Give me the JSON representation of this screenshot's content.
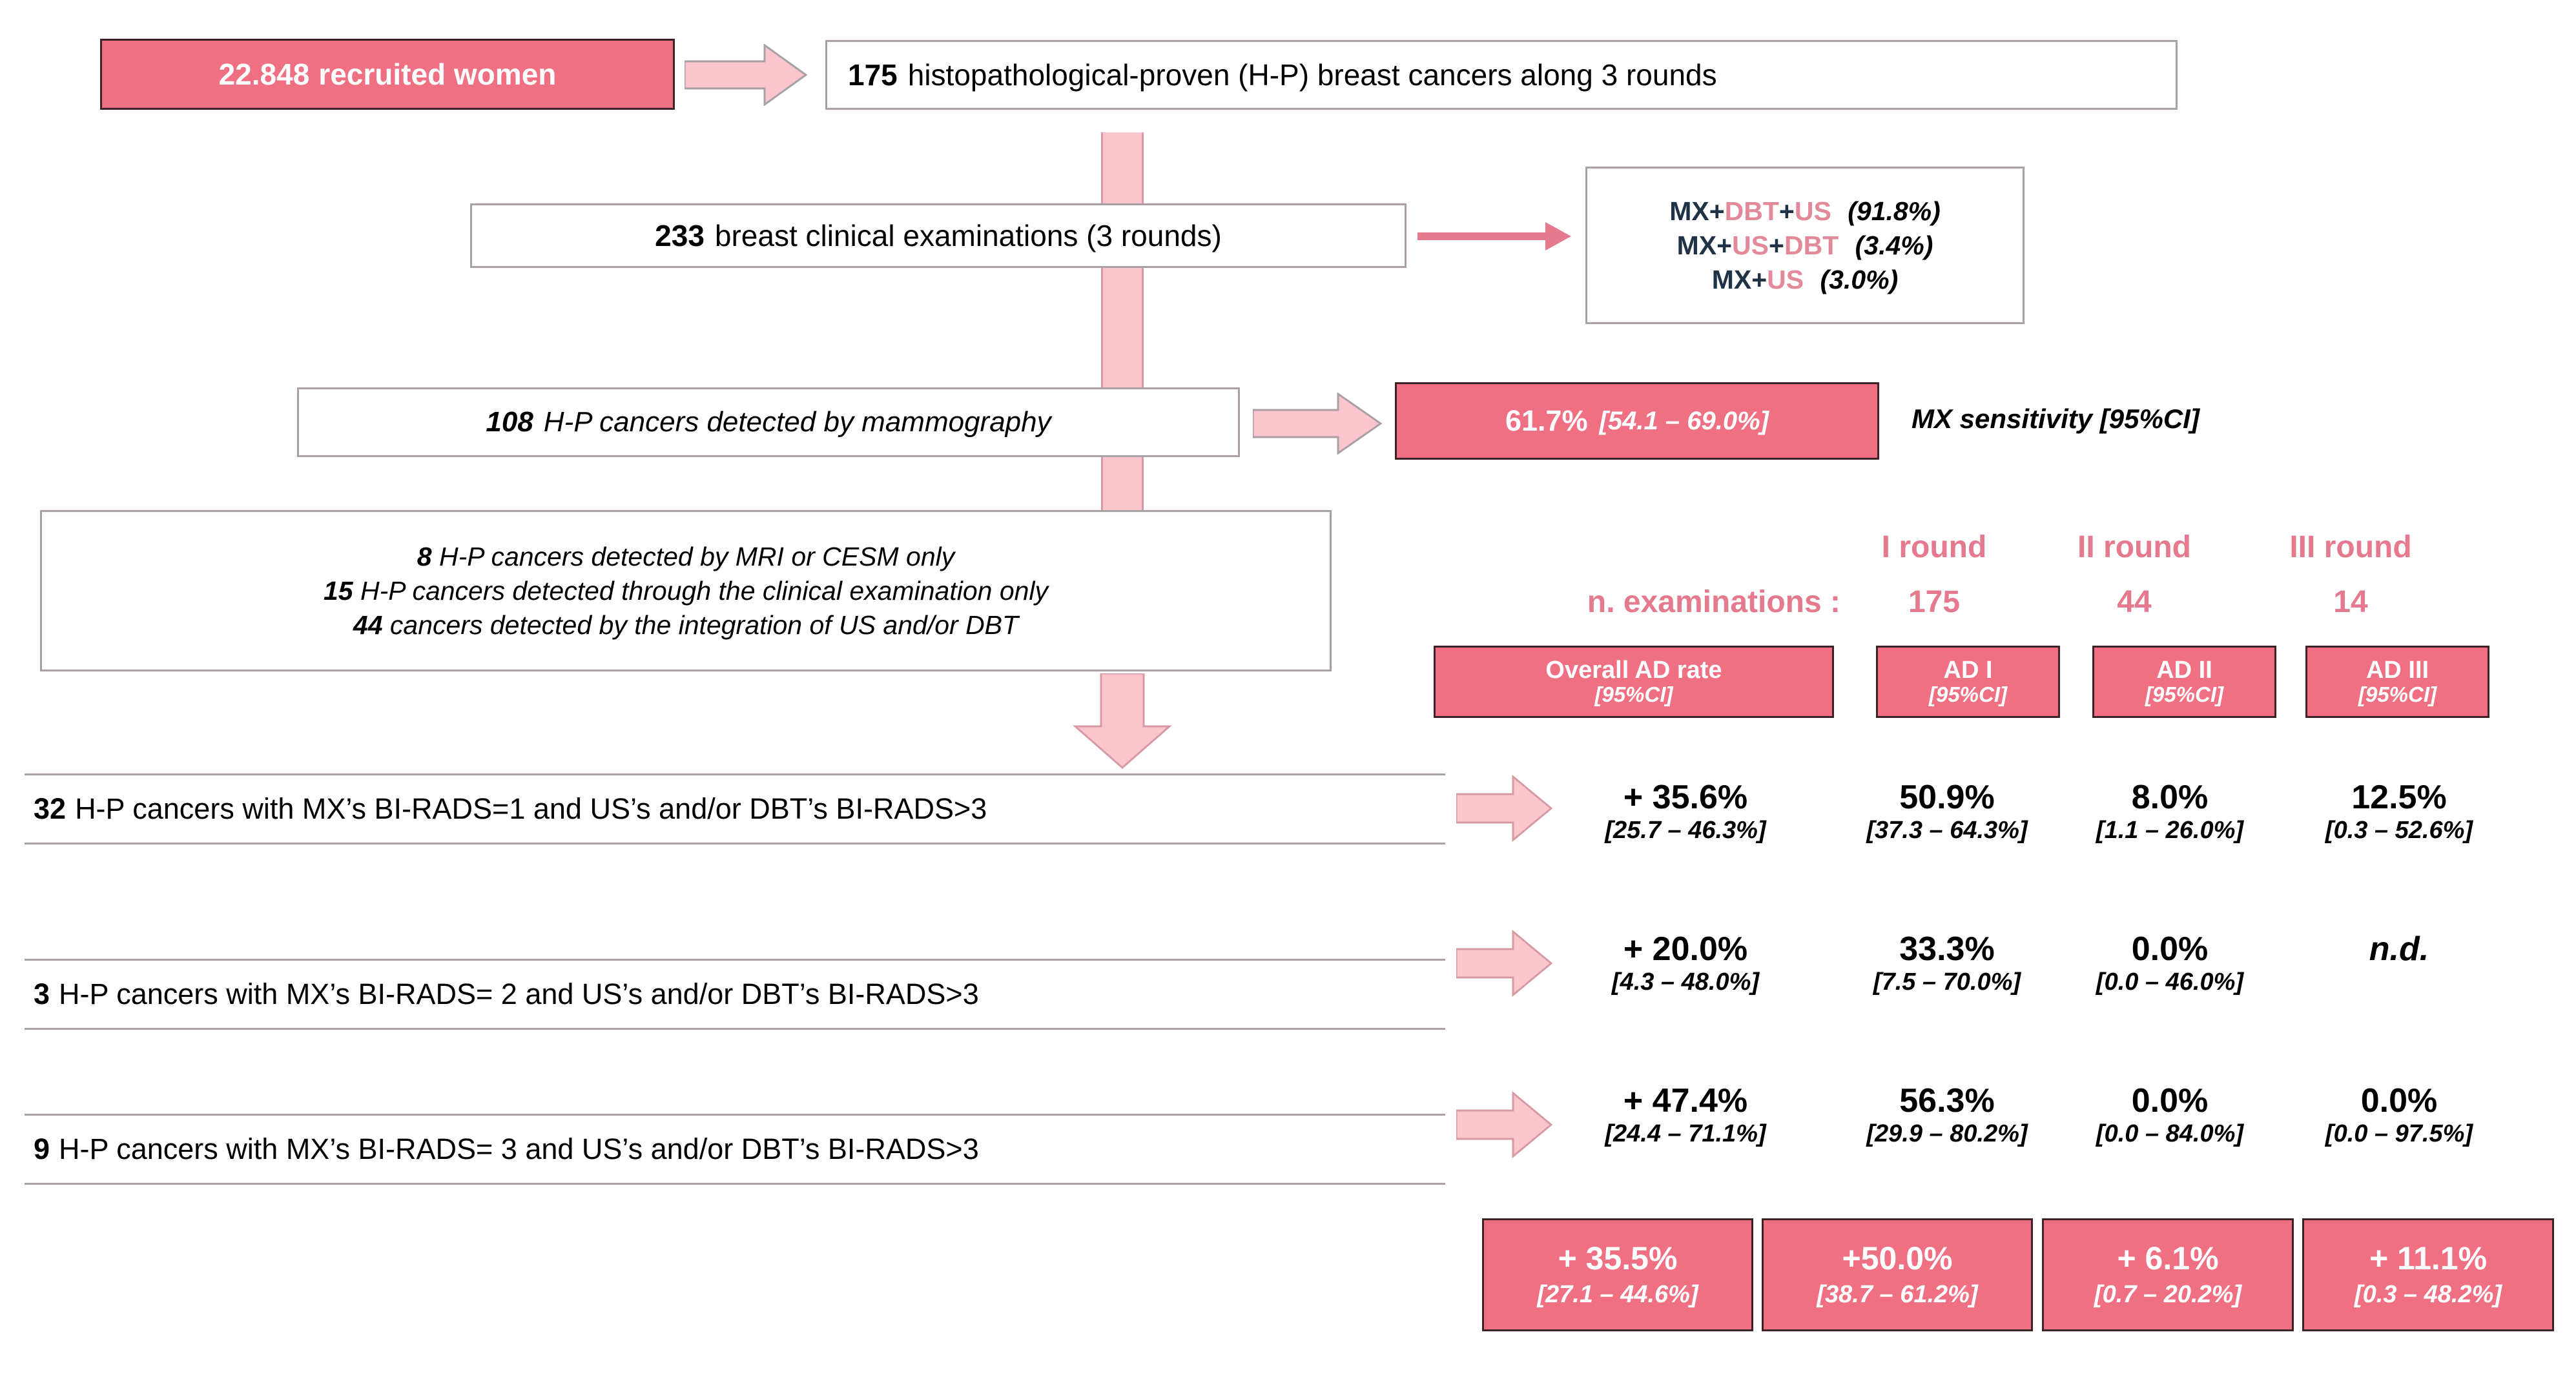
{
  "theme": {
    "pink_fill": "#ef7083",
    "pink_light": "#fbc5cd",
    "pink_text": "#e5798d",
    "navy_text": "#1f3246",
    "box_border": "#a8a0a4"
  },
  "nodes": {
    "recruited": {
      "number": "22.848",
      "label": "recruited women"
    },
    "cancers_total": {
      "number": "175",
      "label": "histopathological-proven (H-P) breast cancers along 3 rounds"
    },
    "clinical_exams": {
      "number": "233",
      "label": "breast clinical examinations (3 rounds)"
    },
    "modality_box": {
      "rows": [
        {
          "parts": [
            {
              "t": "MX",
              "c": "navy"
            },
            {
              "t": "+",
              "c": "navy"
            },
            {
              "t": "DBT",
              "c": "pink"
            },
            {
              "t": "+",
              "c": "navy"
            },
            {
              "t": "US",
              "c": "pink"
            }
          ],
          "pct": "(91.8%)"
        },
        {
          "parts": [
            {
              "t": "MX",
              "c": "navy"
            },
            {
              "t": "+",
              "c": "navy"
            },
            {
              "t": "US",
              "c": "pink"
            },
            {
              "t": "+",
              "c": "navy"
            },
            {
              "t": "DBT",
              "c": "pink"
            }
          ],
          "pct": "(3.4%)"
        },
        {
          "parts": [
            {
              "t": "MX",
              "c": "navy"
            },
            {
              "t": "+",
              "c": "navy"
            },
            {
              "t": "US",
              "c": "pink"
            }
          ],
          "pct": "(3.0%)"
        }
      ]
    },
    "mammo_detected": {
      "number": "108",
      "label": "H-P cancers detected  by mammography"
    },
    "mx_sensitivity_box": {
      "value": "61.7%",
      "ci": "[54.1 – 69.0%]"
    },
    "mx_sensitivity_label": "MX sensitivity [95%CI]",
    "other_detection": {
      "lines": [
        {
          "number": "8",
          "label": "H-P cancers detected  by MRI or CESM only"
        },
        {
          "number": "15",
          "label": "H-P cancers detected  through the clinical examination only"
        },
        {
          "number": "44",
          "label": "cancers detected by the integration of US and/or DBT"
        }
      ]
    }
  },
  "rounds_header": {
    "examinations_label": "n. examinations :",
    "columns": [
      {
        "round": "I round",
        "n": "175"
      },
      {
        "round": "II round",
        "n": "44"
      },
      {
        "round": "III round",
        "n": "14"
      }
    ]
  },
  "ad_headers": [
    {
      "title": "Overall AD rate",
      "sub": "[95%CI]"
    },
    {
      "title": "AD I",
      "sub": "[95%CI]"
    },
    {
      "title": "AD II",
      "sub": "[95%CI]"
    },
    {
      "title": "AD III",
      "sub": "[95%CI]"
    }
  ],
  "rows": [
    {
      "number": "32",
      "label": "H-P cancers with MX’s BI-RADS=1 and US’s and/or DBT’s BI-RADS>3",
      "cells": [
        {
          "value": "+ 35.6%",
          "ci": "[25.7 – 46.3%]"
        },
        {
          "value": "50.9%",
          "ci": "[37.3 – 64.3%]"
        },
        {
          "value": "8.0%",
          "ci": "[1.1 – 26.0%]"
        },
        {
          "value": "12.5%",
          "ci": "[0.3 – 52.6%]"
        }
      ]
    },
    {
      "number": "3",
      "label": "H-P cancers with MX’s BI-RADS= 2 and US’s and/or DBT’s BI-RADS>3",
      "cells": [
        {
          "value": "+ 20.0%",
          "ci": "[4.3 – 48.0%]"
        },
        {
          "value": "33.3%",
          "ci": "[7.5 – 70.0%]"
        },
        {
          "value": "0.0%",
          "ci": "[0.0 – 46.0%]"
        },
        {
          "value": "n.d.",
          "ci": ""
        }
      ]
    },
    {
      "number": "9",
      "label": "H-P cancers with MX’s BI-RADS= 3 and US’s and/or DBT’s BI-RADS>3",
      "cells": [
        {
          "value": "+ 47.4%",
          "ci": "[24.4 – 71.1%]"
        },
        {
          "value": "56.3%",
          "ci": "[29.9 – 80.2%]"
        },
        {
          "value": "0.0%",
          "ci": "[0.0 – 84.0%]"
        },
        {
          "value": "0.0%",
          "ci": "[0.0 – 97.5%]"
        }
      ]
    }
  ],
  "totals": [
    {
      "value": "+ 35.5%",
      "ci": "[27.1 – 44.6%]"
    },
    {
      "value": "+50.0%",
      "ci": "[38.7 – 61.2%]"
    },
    {
      "value": "+ 6.1%",
      "ci": "[0.7 – 20.2%]"
    },
    {
      "value": "+ 11.1%",
      "ci": "[0.3 – 48.2%]"
    }
  ]
}
